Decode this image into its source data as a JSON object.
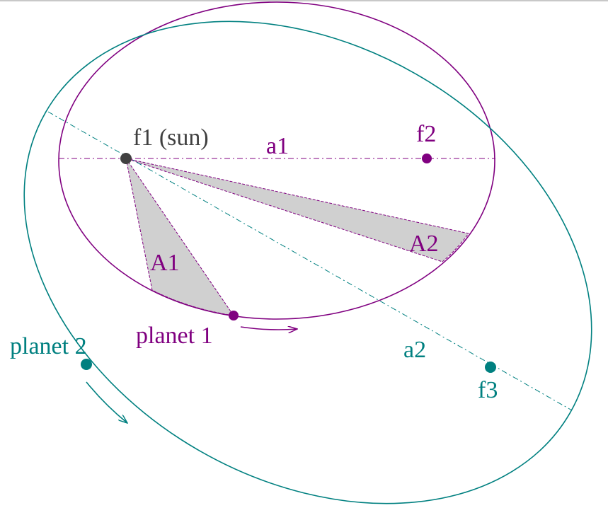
{
  "colors": {
    "planet1": "#800080",
    "planet2": "#008080",
    "sun": "#404040",
    "sector": "#d0d0d0"
  },
  "labels": {
    "sun": "f1 (sun)",
    "a1": "a1",
    "f2": "f2",
    "A1": "A1",
    "A2": "A2",
    "planet1": "planet 1",
    "planet2": "planet 2",
    "a2": "a2",
    "f3": "f3"
  }
}
